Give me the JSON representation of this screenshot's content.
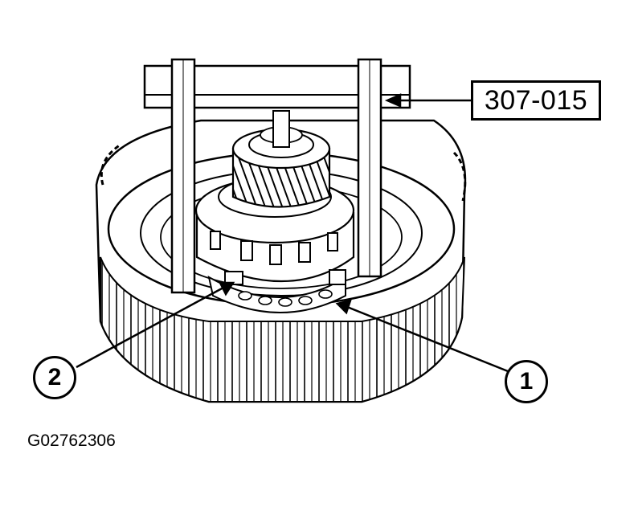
{
  "tool_label": "307-015",
  "callouts": [
    {
      "number": "2"
    },
    {
      "number": "1"
    }
  ],
  "figure_id": "G02762306"
}
